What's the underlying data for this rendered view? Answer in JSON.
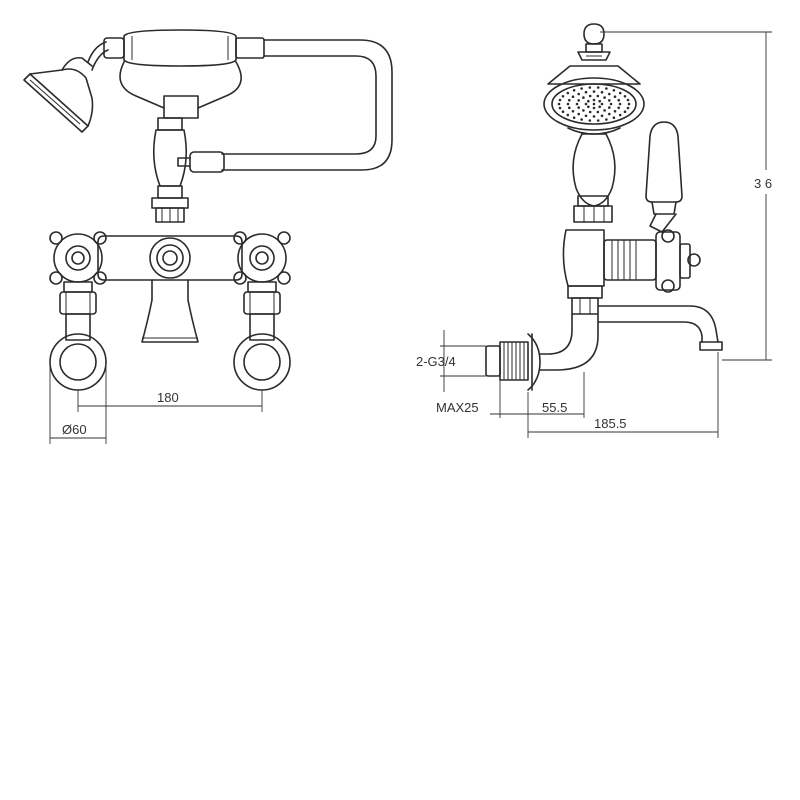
{
  "dimensions": {
    "spacing": "180",
    "flange_diameter": "Ø60",
    "height": "3 6",
    "inlet_thread": "2-G3/4",
    "max_depth": "MAX25",
    "wall_to_body": "55.5",
    "spout_reach": "185.5"
  },
  "colors": {
    "line": "#2b2b2b",
    "background": "#ffffff"
  }
}
